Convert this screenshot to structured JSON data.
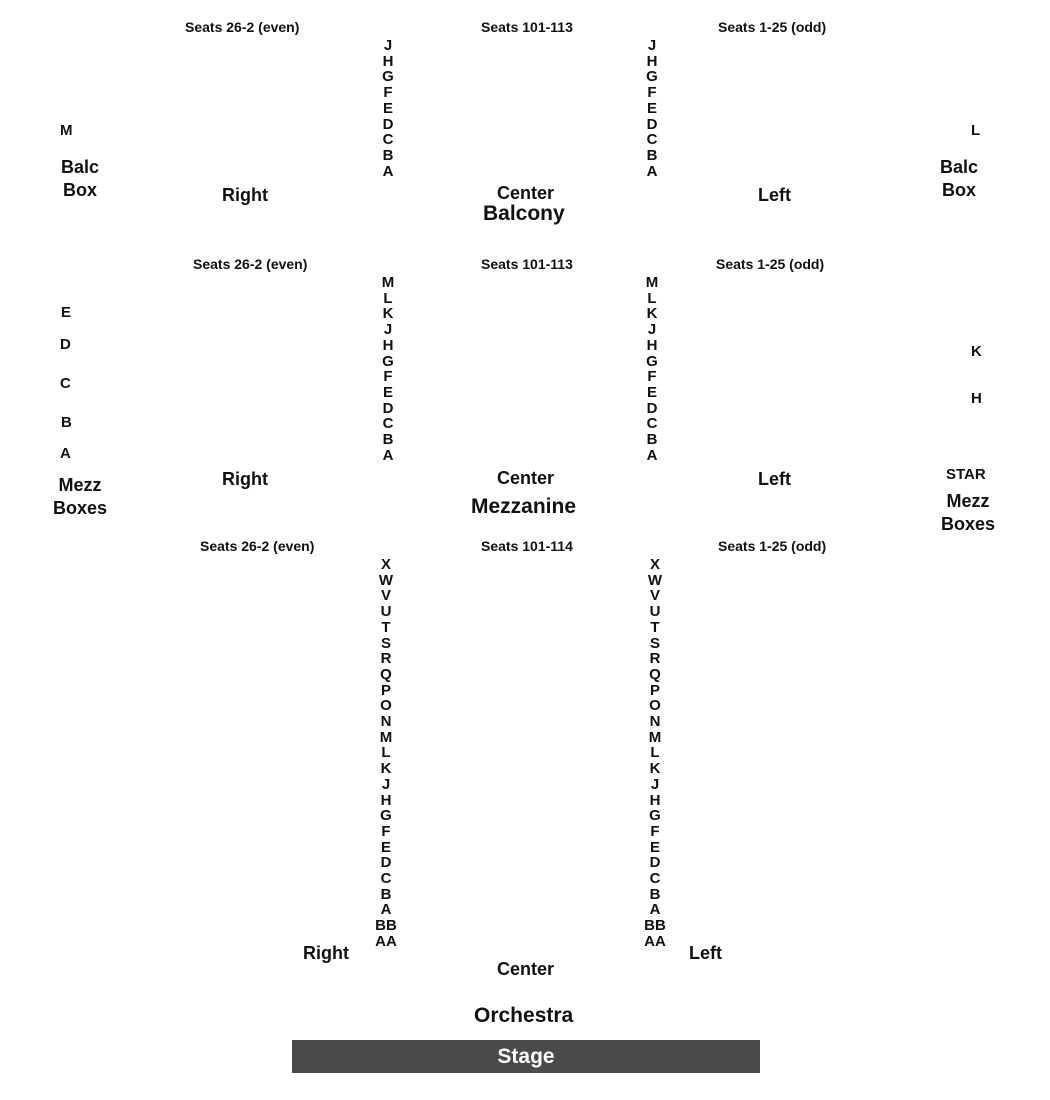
{
  "balcony": {
    "header_right": "Seats 26-2 (even)",
    "header_center": "Seats 101-113",
    "header_left": "Seats 1-25 (odd)",
    "label_right": "Right",
    "label_center": "Center",
    "label_left": "Left",
    "title": "Balcony",
    "rows": [
      "J",
      "H",
      "G",
      "F",
      "E",
      "D",
      "C",
      "B",
      "A"
    ],
    "box_left": {
      "row": "M",
      "line1": "Balc",
      "line2": "Box"
    },
    "box_right": {
      "row": "L",
      "line1": "Balc",
      "line2": "Box"
    }
  },
  "mezzanine": {
    "header_right": "Seats 26-2 (even)",
    "header_center": "Seats 101-113",
    "header_left": "Seats 1-25 (odd)",
    "label_right": "Right",
    "label_center": "Center",
    "label_left": "Left",
    "title": "Mezzanine",
    "rows": [
      "M",
      "L",
      "K",
      "J",
      "H",
      "G",
      "F",
      "E",
      "D",
      "C",
      "B",
      "A"
    ],
    "box_left": {
      "rows": [
        "E",
        "D",
        "C",
        "B",
        "A"
      ],
      "line1": "Mezz",
      "line2": "Boxes"
    },
    "box_right": {
      "rows": [
        "K",
        "H",
        "STAR"
      ],
      "line1": "Mezz",
      "line2": "Boxes"
    }
  },
  "orchestra": {
    "header_right": "Seats 26-2 (even)",
    "header_center": "Seats 101-114",
    "header_left": "Seats 1-25 (odd)",
    "label_right": "Right",
    "label_center": "Center",
    "label_left": "Left",
    "title": "Orchestra",
    "rows": [
      "X",
      "W",
      "V",
      "U",
      "T",
      "S",
      "R",
      "Q",
      "P",
      "O",
      "N",
      "M",
      "L",
      "K",
      "J",
      "H",
      "G",
      "F",
      "E",
      "D",
      "C",
      "B",
      "A",
      "BB",
      "AA"
    ]
  },
  "stage": {
    "label": "Stage"
  }
}
